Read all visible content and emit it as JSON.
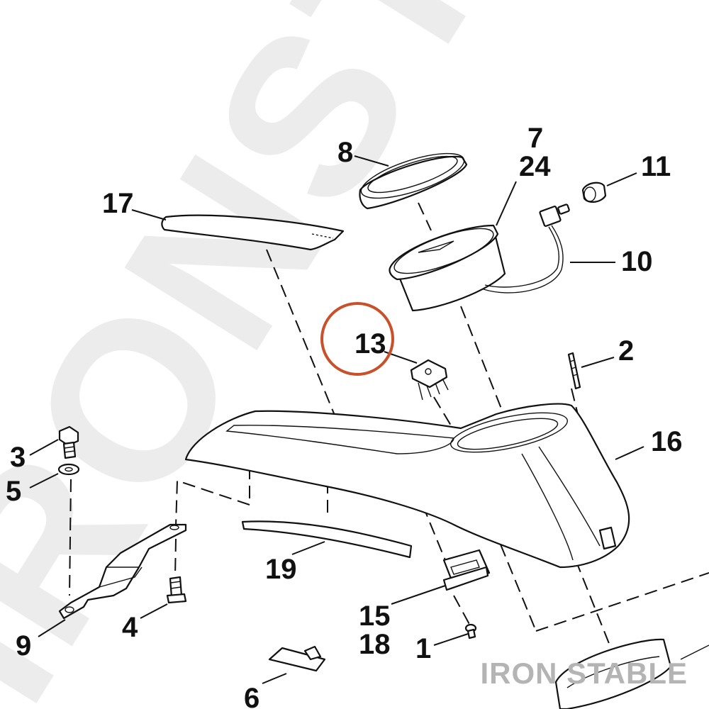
{
  "watermark": {
    "text": "IRONSTA"
  },
  "brand": {
    "text": "IRON STABLE"
  },
  "highlight": {
    "color": "#c8502a",
    "target": "13"
  },
  "labels": {
    "p1": "1",
    "p2": "2",
    "p3": "3",
    "p4": "4",
    "p5": "5",
    "p6": "6",
    "p7": "7",
    "p8": "8",
    "p9": "9",
    "p10": "10",
    "p11": "11",
    "p13": "13",
    "p15": "15",
    "p16": "16",
    "p17": "17",
    "p18": "18",
    "p19": "19",
    "p24": "24"
  }
}
